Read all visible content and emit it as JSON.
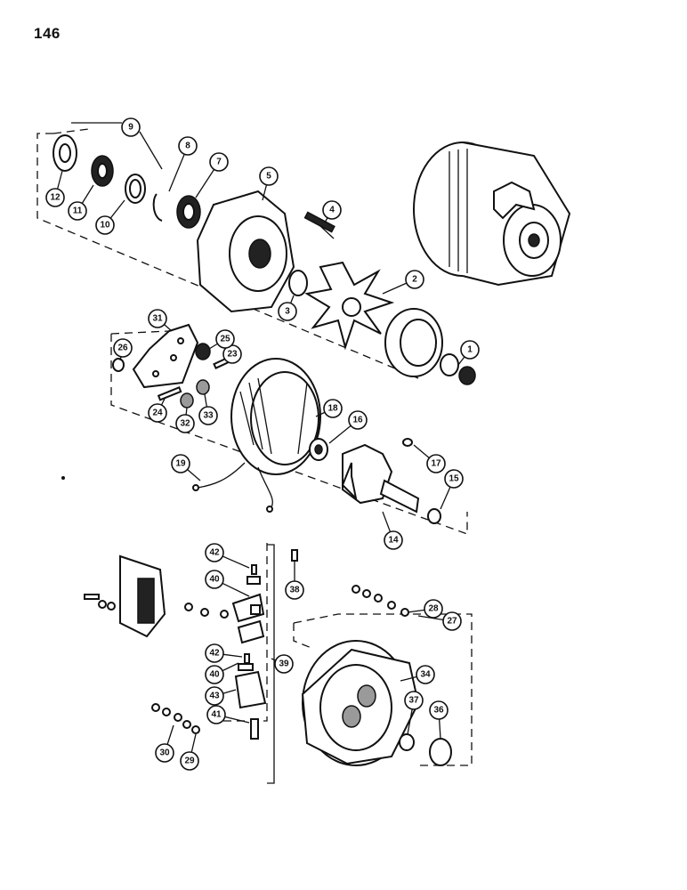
{
  "page_number": "146",
  "callouts": [
    {
      "label": "1"
    },
    {
      "label": "2"
    },
    {
      "label": "3"
    },
    {
      "label": "4"
    },
    {
      "label": "5"
    },
    {
      "label": "7"
    },
    {
      "label": "8"
    },
    {
      "label": "9"
    },
    {
      "label": "10"
    },
    {
      "label": "11"
    },
    {
      "label": "12"
    },
    {
      "label": "14"
    },
    {
      "label": "15"
    },
    {
      "label": "16"
    },
    {
      "label": "17"
    },
    {
      "label": "18"
    },
    {
      "label": "19"
    },
    {
      "label": "23"
    },
    {
      "label": "24"
    },
    {
      "label": "25"
    },
    {
      "label": "26"
    },
    {
      "label": "27"
    },
    {
      "label": "28"
    },
    {
      "label": "29"
    },
    {
      "label": "30"
    },
    {
      "label": "31"
    },
    {
      "label": "32"
    },
    {
      "label": "33"
    },
    {
      "label": "34"
    },
    {
      "label": "36"
    },
    {
      "label": "37"
    },
    {
      "label": "38"
    },
    {
      "label": "39"
    },
    {
      "label": "40"
    },
    {
      "label": "40"
    },
    {
      "label": "41"
    },
    {
      "label": "42"
    },
    {
      "label": "42"
    },
    {
      "label": "43"
    }
  ]
}
